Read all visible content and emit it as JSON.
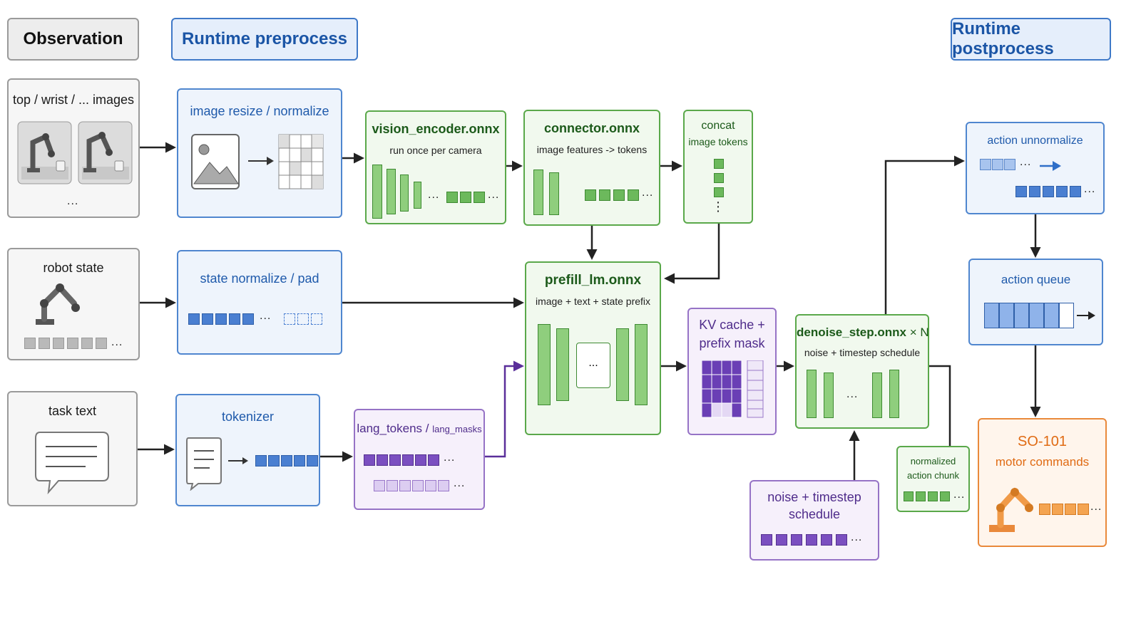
{
  "headers": {
    "observation": "Observation",
    "preprocess": "Runtime preprocess",
    "postprocess": "Runtime postprocess"
  },
  "nodes": {
    "images": {
      "title": "top / wrist / ... images",
      "more": "..."
    },
    "robot_state": {
      "title": "robot state",
      "more": "..."
    },
    "task_text": {
      "title": "task text"
    },
    "image_resize": {
      "title": "image resize / normalize"
    },
    "state_normalize": {
      "title": "state normalize / pad",
      "more": "..."
    },
    "tokenizer": {
      "title": "tokenizer"
    },
    "lang_tokens": {
      "title": "lang_tokens",
      "sep": "/",
      "title_small": "lang_masks",
      "more": "..."
    },
    "vision_encoder": {
      "title": "vision_encoder.onnx",
      "subtitle": "run once per camera",
      "more": "...",
      "more2": "..."
    },
    "connector": {
      "title": "connector.onnx",
      "subtitle": "image features -> tokens",
      "more": "..."
    },
    "concat": {
      "title_line1": "concat",
      "title_line2": "image tokens",
      "more": "⋮"
    },
    "prefill": {
      "title": "prefill_lm.onnx",
      "subtitle": "image + text + state prefix",
      "more": "..."
    },
    "kv_cache": {
      "title_line1": "KV cache +",
      "title_line2": "prefix mask"
    },
    "denoise": {
      "title": "denoise_step.onnx",
      "suffix": "× N",
      "subtitle": "noise + timestep schedule",
      "more": "..."
    },
    "noise_schedule": {
      "title_line1": "noise + timestep",
      "title_line2": "schedule",
      "more": "..."
    },
    "normalized_chunk": {
      "title_line1": "normalized",
      "title_line2": "action chunk",
      "more": "..."
    },
    "action_unnormalize": {
      "title": "action unnormalize",
      "more": "...",
      "more2": "..."
    },
    "action_queue": {
      "title": "action queue"
    },
    "motor_commands": {
      "title_line1": "SO-101",
      "title_line2": "motor commands",
      "more": "..."
    }
  },
  "colors": {
    "blue_accent": "#1f5aab",
    "green_accent": "#5aa84a",
    "purple_accent": "#9673c6",
    "orange_accent": "#e9893b"
  },
  "icons": [
    "robot-arm-icon",
    "image-icon",
    "grid-icon",
    "chat-bubble-icon",
    "document-icon",
    "arrow-right-icon"
  ]
}
